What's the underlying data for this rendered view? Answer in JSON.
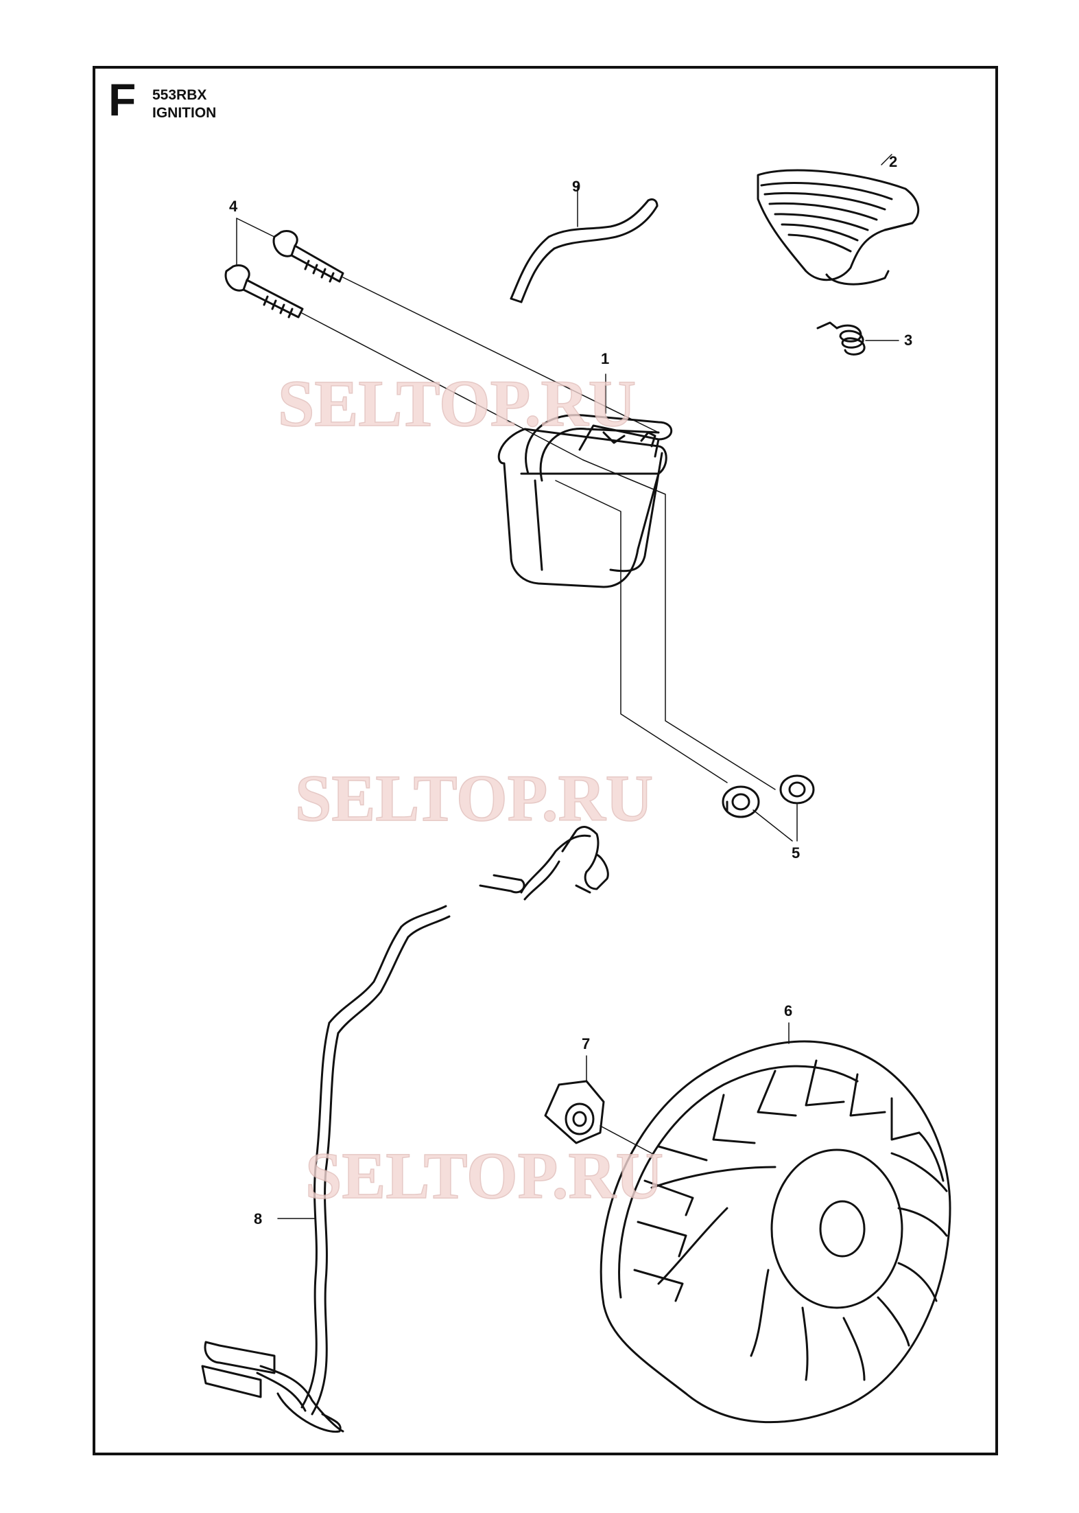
{
  "header": {
    "section_letter": "F",
    "model": "553RBX",
    "title": "IGNITION"
  },
  "watermark": "SELTOP.RU",
  "callouts": [
    "1",
    "2",
    "3",
    "4",
    "5",
    "6",
    "7",
    "8",
    "9"
  ],
  "colors": {
    "line": "#111111",
    "watermark": "#f3d6d3"
  }
}
